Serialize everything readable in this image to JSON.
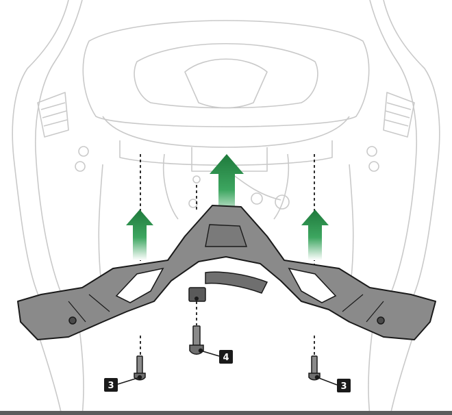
{
  "diagram": {
    "colors": {
      "background": "#ffffff",
      "outline": "#c9c9c9",
      "part_fill": "#8a8a8a",
      "part_stroke": "#1a1a1a",
      "arrow_top": "#1f7a3c",
      "arrow_bottom": "#ffffff",
      "callout_bg": "#1a1a1a",
      "callout_text": "#ffffff",
      "bottom_bar": "#5c5c5c"
    },
    "callouts": [
      {
        "id": "left-bolt",
        "label": "3"
      },
      {
        "id": "center-bolt",
        "label": "4"
      },
      {
        "id": "right-bolt",
        "label": "3"
      }
    ],
    "arrows": [
      {
        "id": "left",
        "direction": "up"
      },
      {
        "id": "center",
        "direction": "up"
      },
      {
        "id": "right",
        "direction": "up"
      }
    ]
  }
}
